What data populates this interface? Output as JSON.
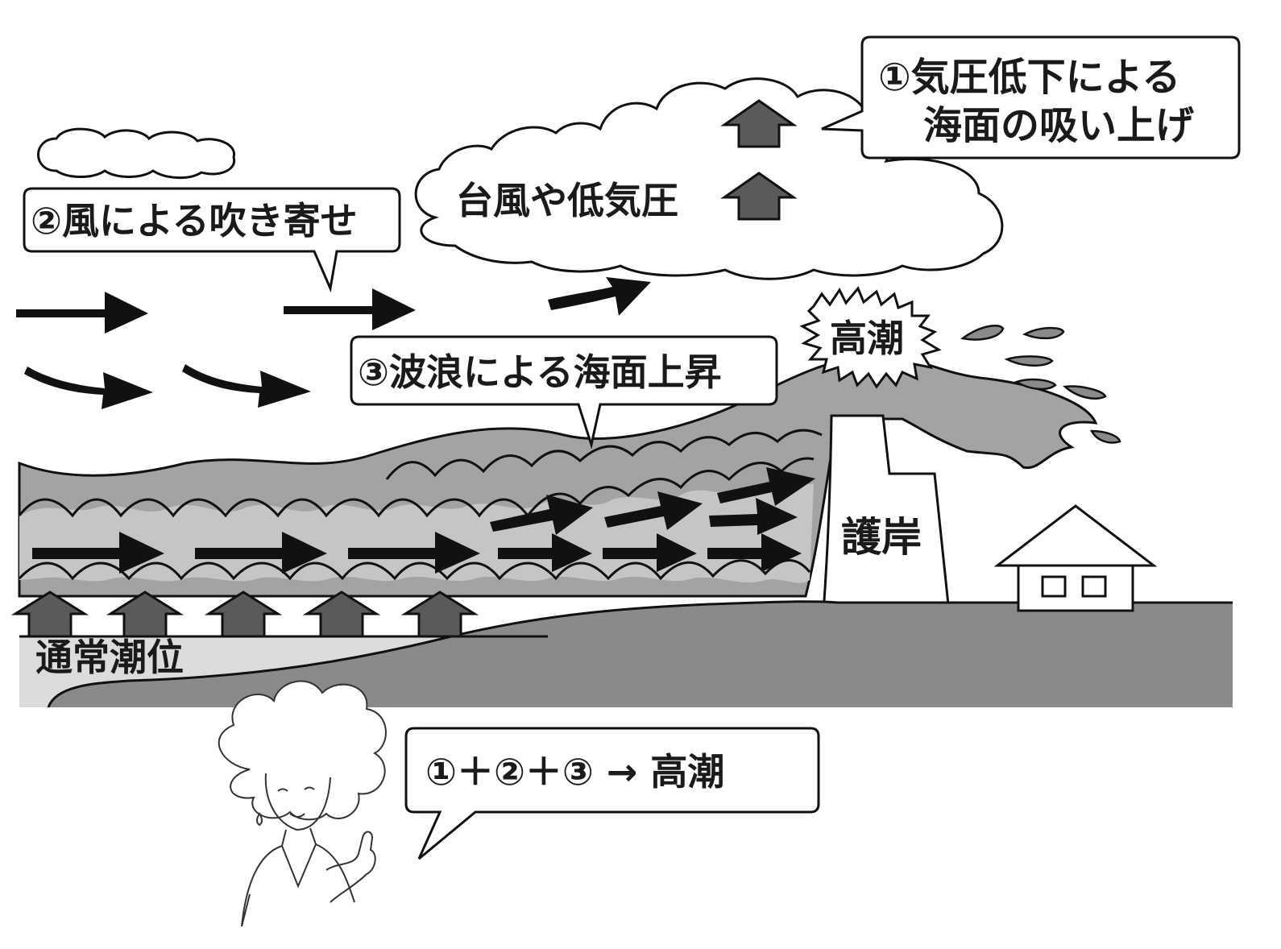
{
  "callouts": {
    "pressure": {
      "line1": "①気圧低下による",
      "line2": "海面の吸い上げ"
    },
    "wind": "②風による吹き寄せ",
    "waves": "③波浪による海面上昇",
    "summary": "①＋②＋③ → 高潮"
  },
  "labels": {
    "cloud": "台風や低気圧",
    "storm_surge": "高潮",
    "seawall": "護岸",
    "normal_tide": "通常潮位"
  },
  "colors": {
    "ground": "#8a8a8a",
    "sea_outer": "#a3a3a3",
    "sea_inner": "#c5c5c5",
    "normal_sea": "#dcdcdc",
    "up_arrow": "#5a5a5a",
    "ink": "#111111"
  }
}
